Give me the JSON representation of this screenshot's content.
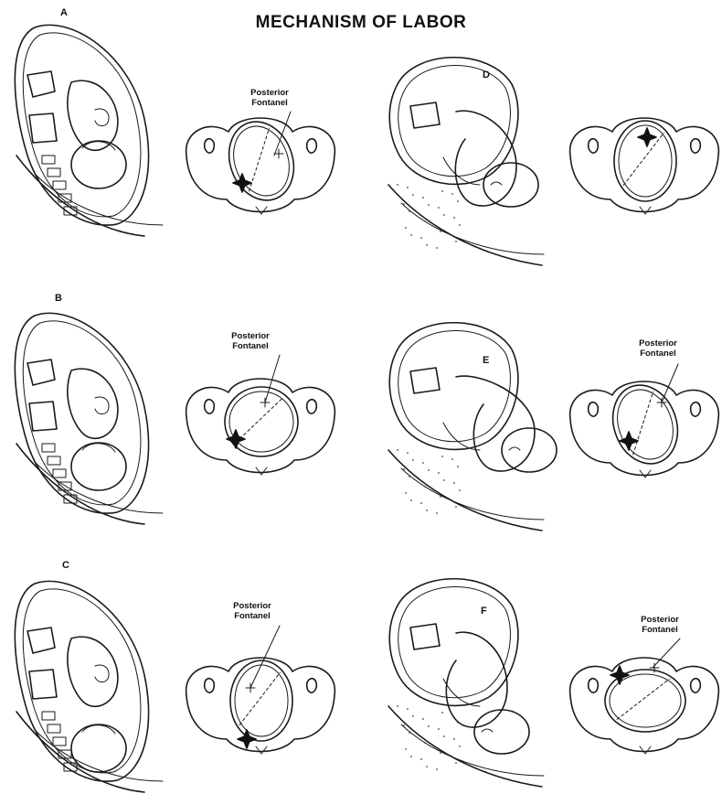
{
  "title": "MECHANISM OF LABOR",
  "panels": [
    {
      "letter": "A",
      "callout": [
        "Posterior",
        "Fontanel"
      ]
    },
    {
      "letter": "B",
      "callout": [
        "Posterior",
        "Fontanel"
      ]
    },
    {
      "letter": "C",
      "callout": [
        "Posterior",
        "Fontanel"
      ]
    },
    {
      "letter": "D",
      "callout": []
    },
    {
      "letter": "E",
      "callout": [
        "Posterior",
        "Fontanel"
      ]
    },
    {
      "letter": "F",
      "callout": [
        "Posterior",
        "Fontanel"
      ]
    }
  ],
  "icons": {
    "fontanel_marker": "four-point-star-icon"
  }
}
